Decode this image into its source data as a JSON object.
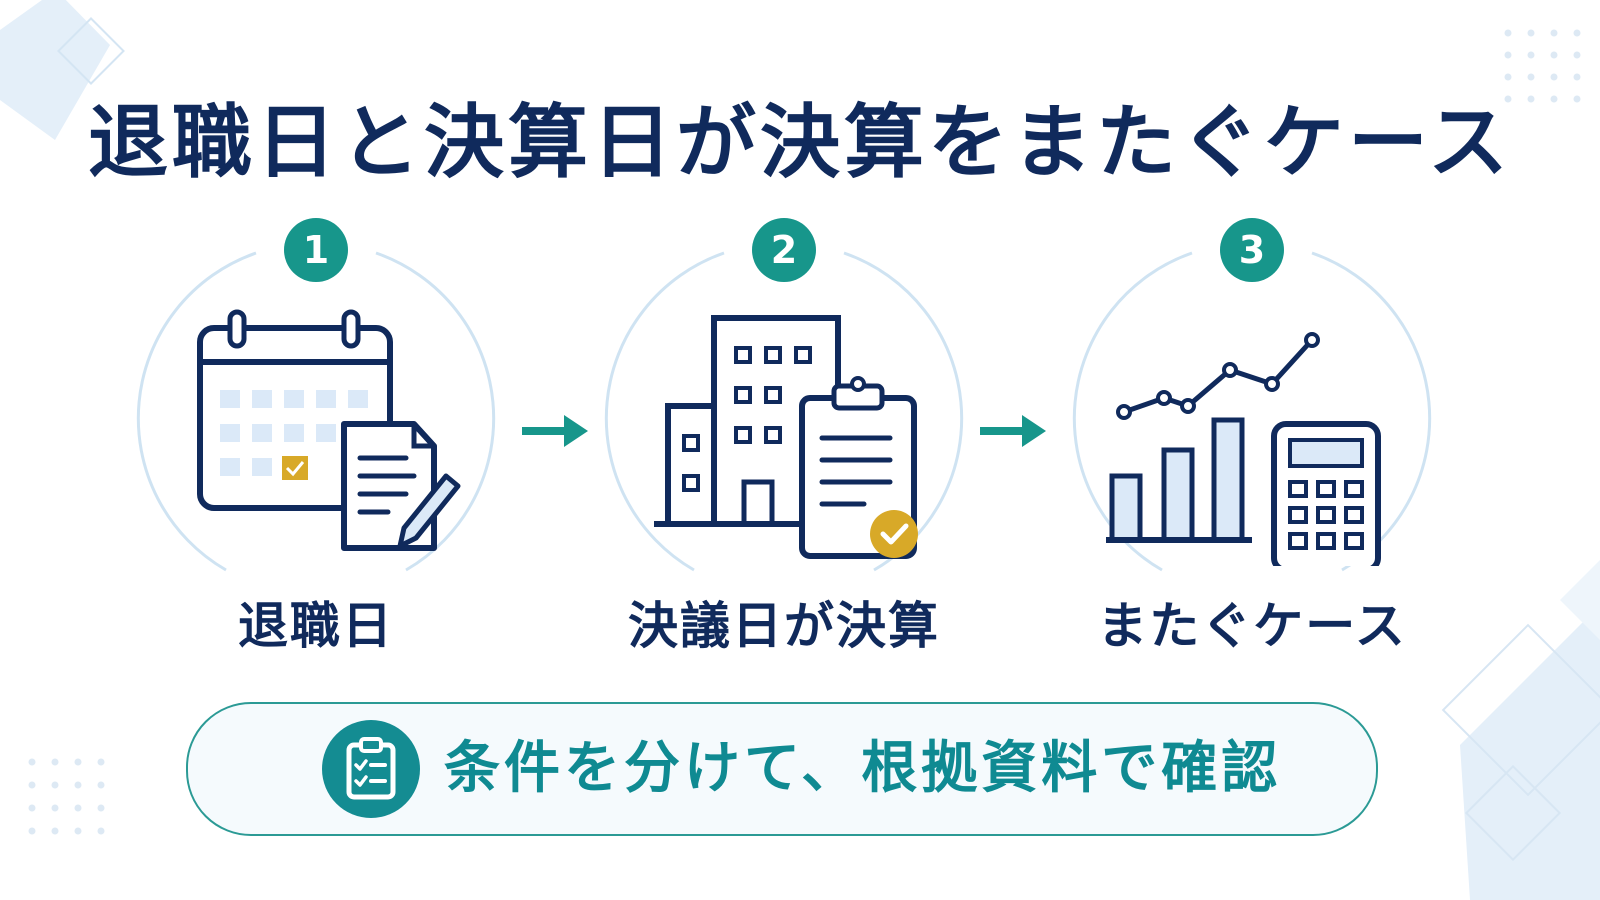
{
  "title": "退職日と決算日が決算をまたぐケース",
  "steps": [
    {
      "number": "1",
      "label": "退職日",
      "icon": "calendar-document-pencil-icon"
    },
    {
      "number": "2",
      "label": "決議日が決算",
      "icon": "building-clipboard-check-icon"
    },
    {
      "number": "3",
      "label": "またぐケース",
      "icon": "chart-calculator-icon"
    }
  ],
  "banner": {
    "text": "条件を分けて、根拠資料で確認",
    "icon": "checklist-clipboard-icon"
  },
  "colors": {
    "navy": "#102a5c",
    "teal": "#17968b",
    "gold": "#d8a928",
    "light_blue": "#dbe9f8",
    "ring": "#cfe3f2"
  }
}
